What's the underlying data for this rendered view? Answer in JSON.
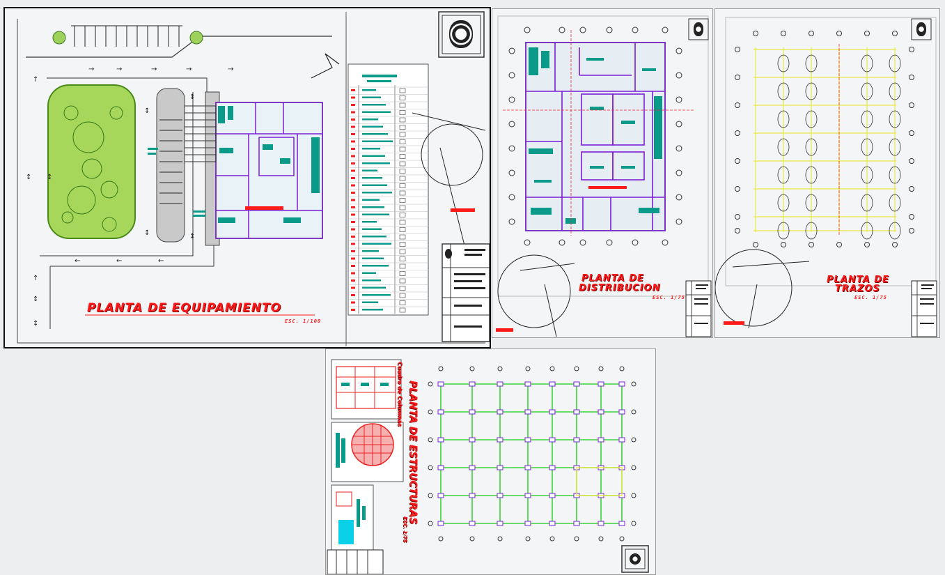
{
  "sheets": {
    "equipamiento": {
      "title": "PLANTA DE EQUIPAMIENTO",
      "scale": "ESC. 1/100"
    },
    "distribucion": {
      "title_line1": "PLANTA DE",
      "title_line2": "DISTRIBUCION",
      "scale": "ESC. 1/75"
    },
    "trazos": {
      "title_line1": "PLANTA DE",
      "title_line2": "TRAZOS",
      "scale": "ESC. 1/75"
    },
    "estructuras": {
      "title": "PLANTA DE ESTRUCTURAS",
      "scale": "ESC. 1/75",
      "detail_label": "Cuadro de Columnas"
    }
  },
  "colors": {
    "title_red": "#ff1a1a",
    "wall_purple": "#7a1fd6",
    "furniture_teal": "#0a9a8a",
    "greenery": "#7cc23a",
    "trazo_yellow": "#e8e84a",
    "beam_green": "#3ad13a",
    "axis_dark": "#333333"
  },
  "icons": [
    "seal-icon",
    "north-arrow-icon",
    "tree-icon"
  ]
}
